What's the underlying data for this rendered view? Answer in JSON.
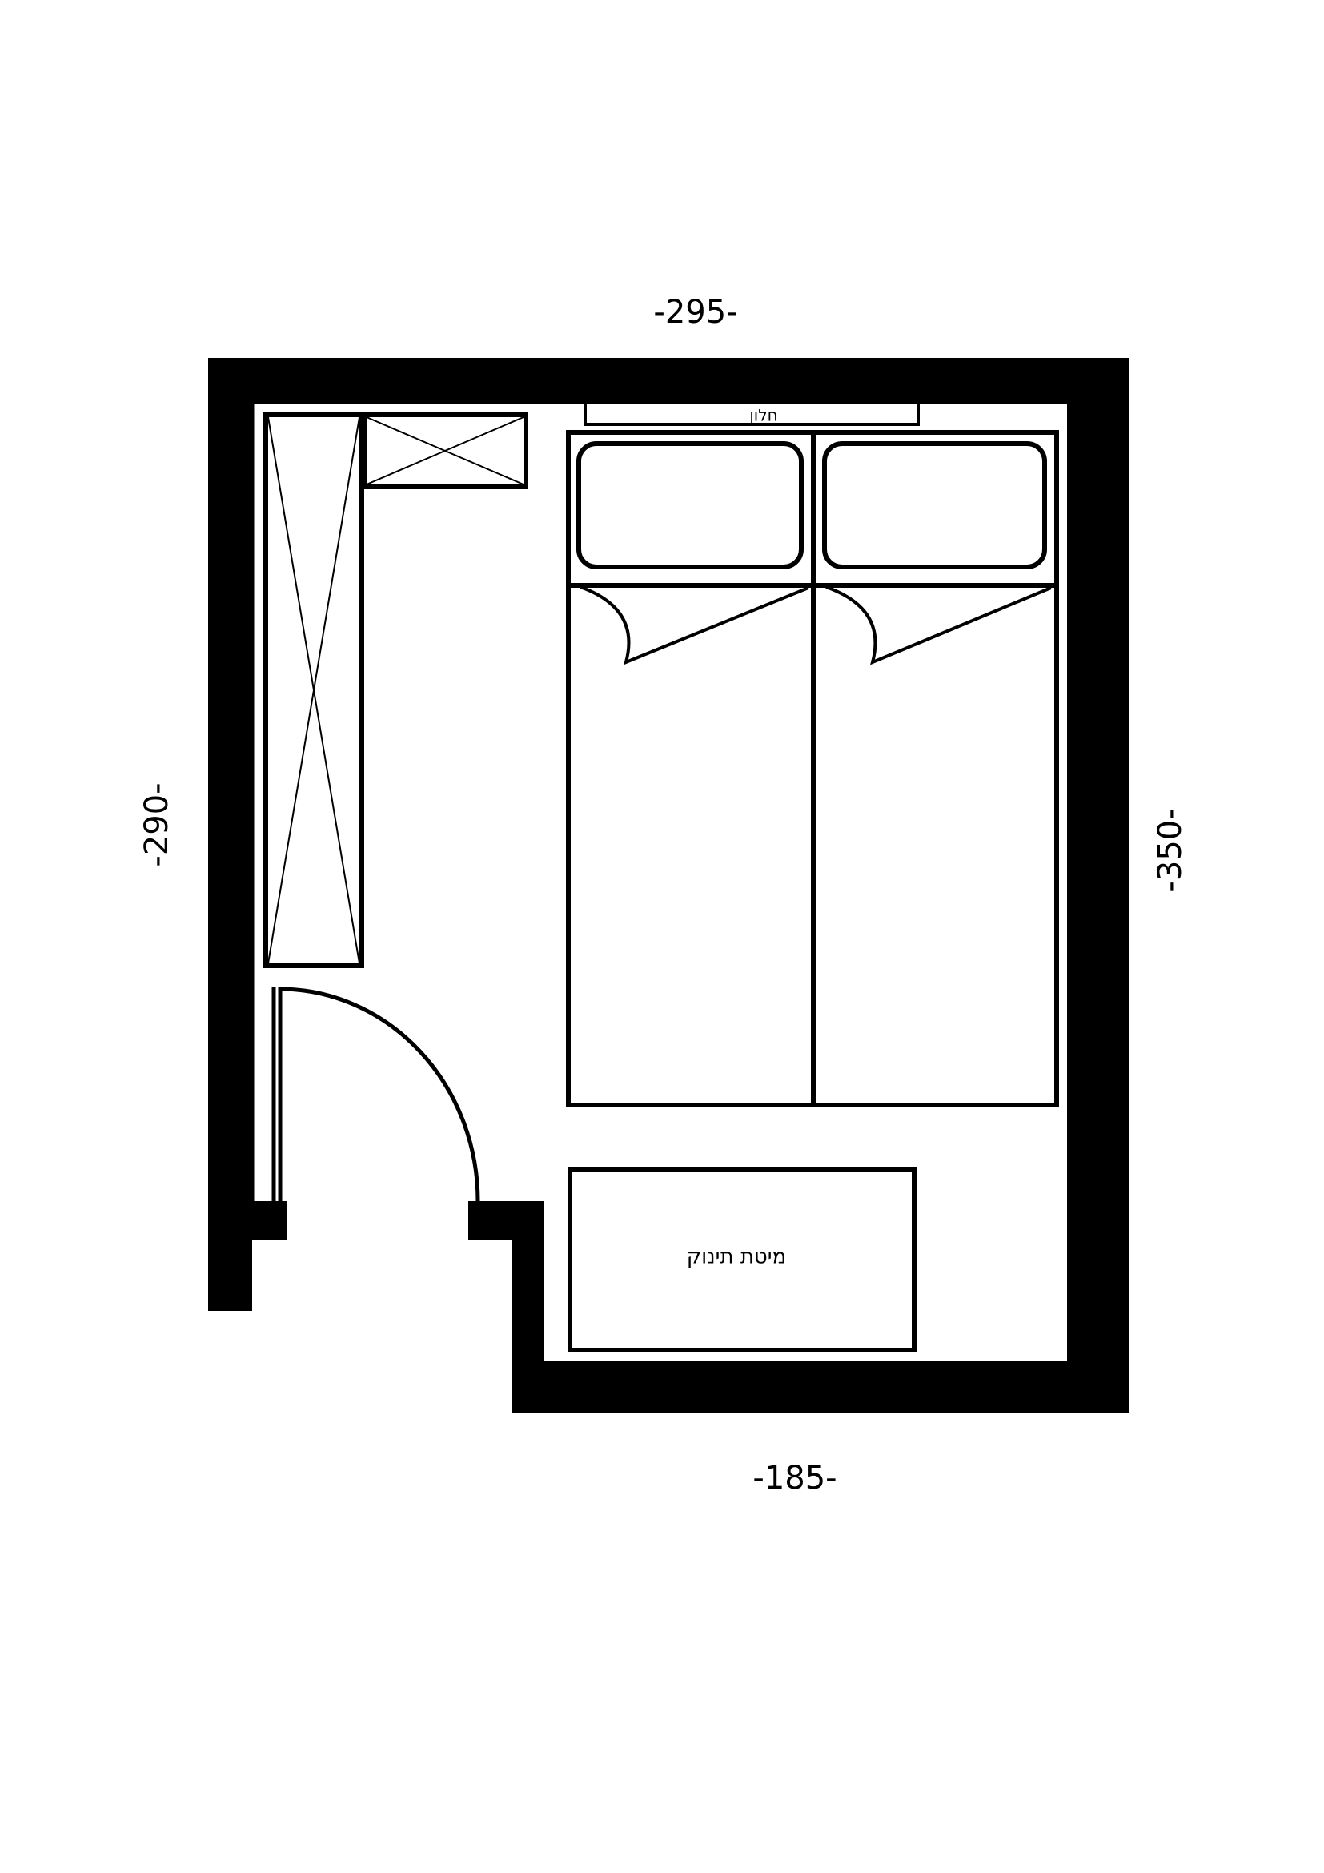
{
  "dimensions": {
    "top": "-295-",
    "left": "-290-",
    "right": "-350-",
    "bottom": "-185-"
  },
  "labels": {
    "window": "חלון",
    "baby_bed": "מיטת תינוק"
  },
  "colors": {
    "wall": "#000000",
    "line": "#000000",
    "background": "#ffffff"
  }
}
